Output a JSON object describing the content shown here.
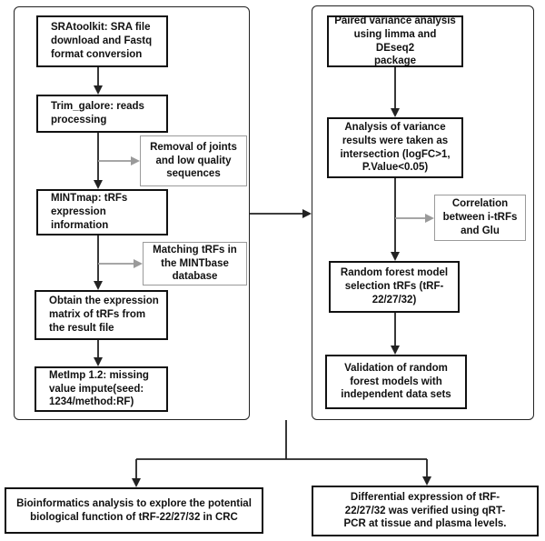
{
  "left": {
    "sratoolkit": "SRAtoolkit: SRA file\ndownload and Fastq\nformat conversion",
    "trim_galore": "Trim_galore: reads\nprocessing",
    "removal": "Removal of joints\nand low quality\nsequences",
    "mintmap": "MINTmap: tRFs\nexpression\ninformation",
    "matching": "Matching tRFs in\nthe MINTbase\ndatabase",
    "obtain": "Obtain the expression\nmatrix of tRFs from\nthe result file",
    "metimp": "MetImp 1.2: missing\nvalue impute(seed:\n1234/method:RF)"
  },
  "right": {
    "paired": "Paired variance analysis\nusing limma and DEseq2\npackage",
    "analysis": "Analysis of variance\nresults were taken as\nintersection (logFC>1,\nP.Value<0.05)",
    "correlation": "Correlation\nbetween i-tRFs\nand Glu",
    "random_forest": "Random forest model\nselection tRFs  (tRF-\n22/27/32)",
    "validation": "Validation of random\nforest models with\nindependent data sets"
  },
  "bottom": {
    "bioinformatics": "Bioinformatics analysis to explore the potential\nbiological function of tRF-22/27/32 in CRC",
    "differential": "Differential expression of tRF-\n22/27/32 was verified using qRT-\nPCR at tissue and plasma levels."
  },
  "colors": {
    "main_arrow": "#222222",
    "side_arrow": "#9a9a9a",
    "grey_border": "#9a9a9a"
  }
}
